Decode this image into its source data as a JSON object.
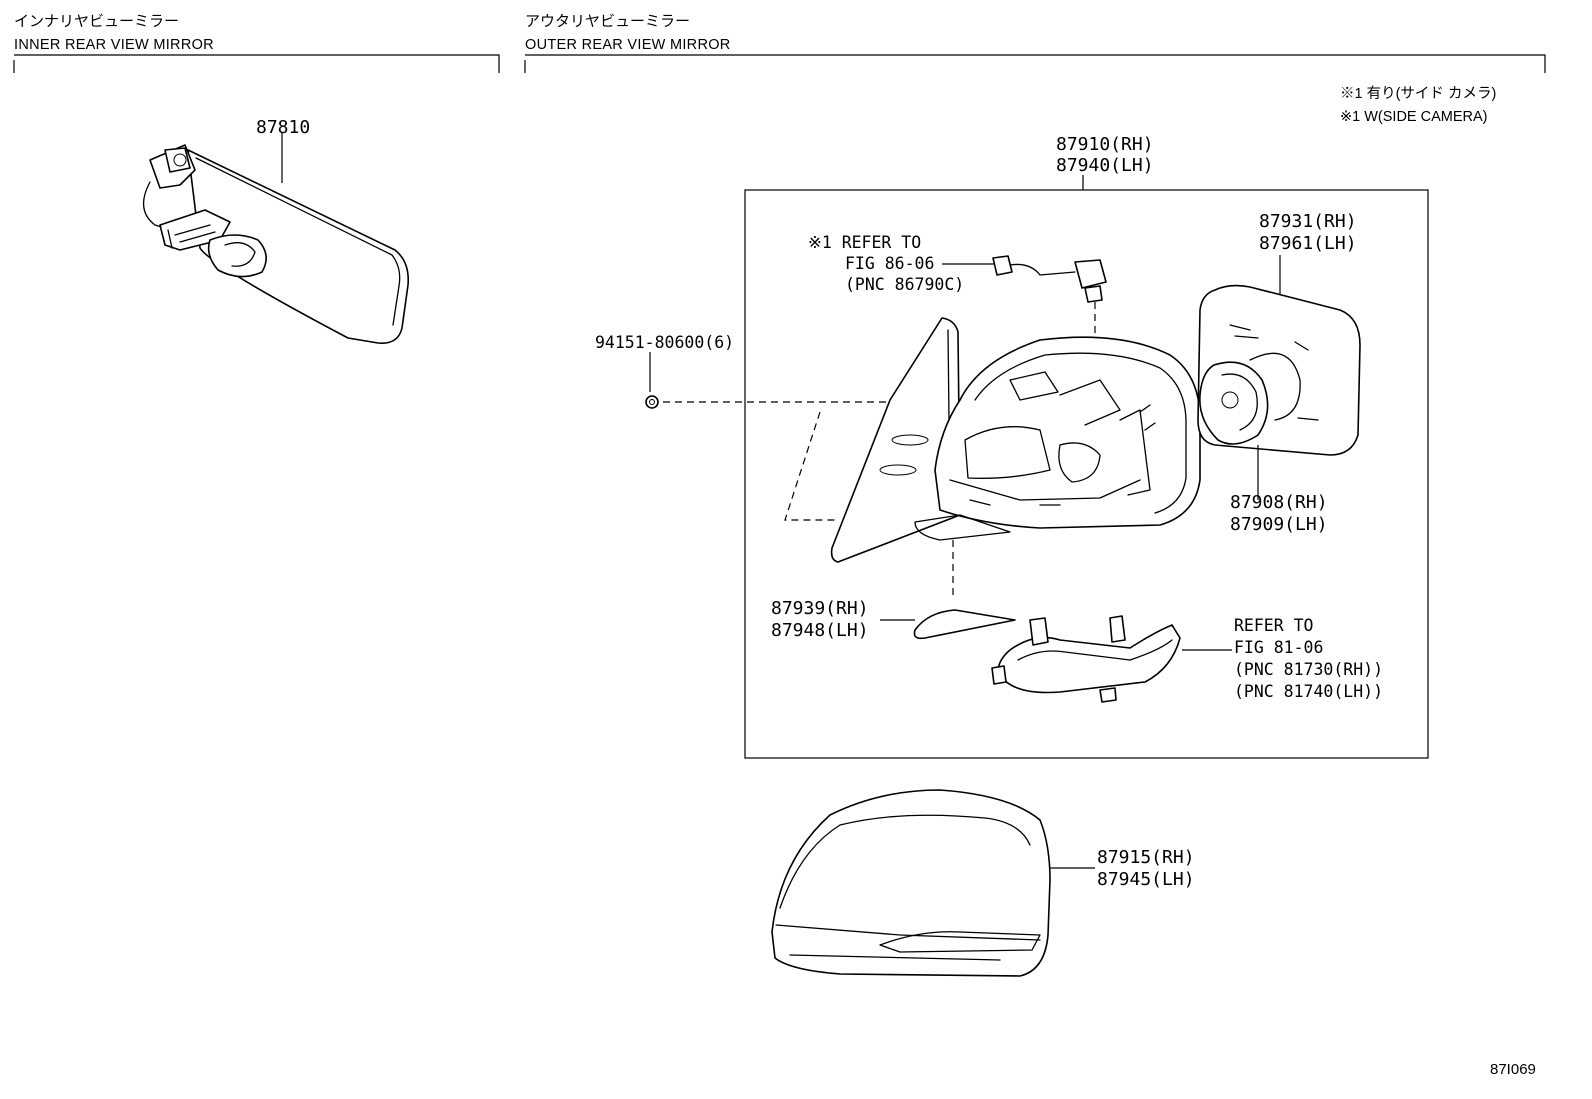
{
  "sections": {
    "inner": {
      "title_jp": "インナリヤビューミラー",
      "title_en": "INNER REAR VIEW MIRROR"
    },
    "outer": {
      "title_jp": "アウタリヤビューミラー",
      "title_en": "OUTER REAR VIEW MIRROR"
    }
  },
  "notes": {
    "side_camera_jp": "※1 有り(サイド カメラ)",
    "side_camera_en": "※1 W(SIDE CAMERA)"
  },
  "labels": {
    "p87810": "87810",
    "p87910": "87910(RH)",
    "p87940": "87940(LH)",
    "p87931": "87931(RH)",
    "p87961": "87961(LH)",
    "p87908": "87908(RH)",
    "p87909": "87909(LH)",
    "p94151": "94151-80600(6)",
    "p87939": "87939(RH)",
    "p87948": "87948(LH)",
    "p87915": "87915(RH)",
    "p87945": "87945(LH)",
    "ref1_l1": "※1 REFER TO",
    "ref1_l2": "FIG 86-06",
    "ref1_l3": "(PNC 86790C)",
    "ref2_l1": "REFER TO",
    "ref2_l2": "FIG 81-06",
    "ref2_l3": "(PNC 81730(RH))",
    "ref2_l4": "(PNC 81740(LH))"
  },
  "figure_code": "87I069"
}
